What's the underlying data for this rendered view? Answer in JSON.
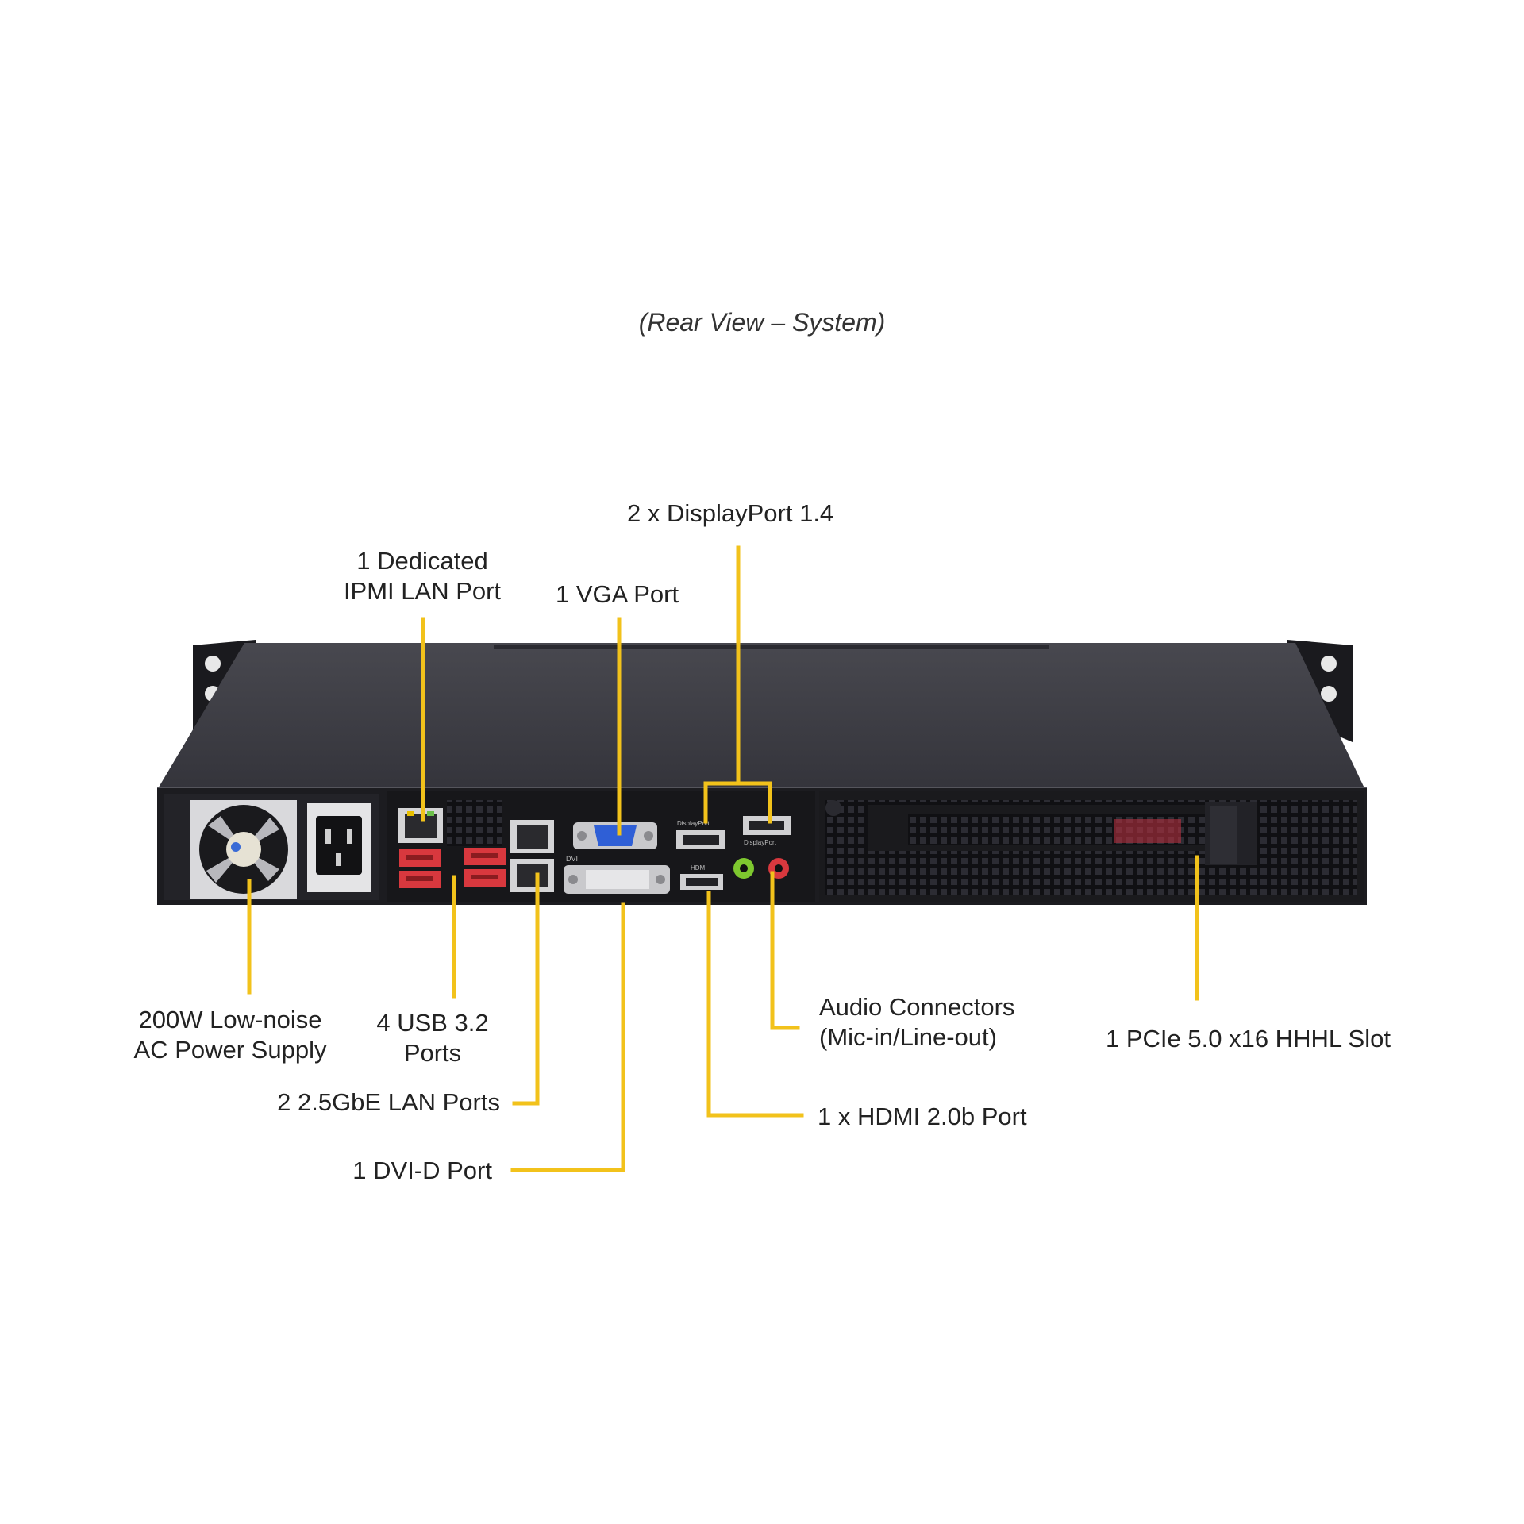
{
  "caption": "(Rear View – System)",
  "callouts": {
    "displayport": "2 x DisplayPort 1.4",
    "ipmi": [
      "1 Dedicated",
      "IPMI  LAN Port"
    ],
    "vga": "1 VGA Port",
    "psu": [
      "200W Low-noise",
      "AC Power Supply"
    ],
    "usb": [
      "4 USB 3.2",
      "Ports"
    ],
    "lan": "2 2.5GbE LAN Ports",
    "dvi": "1 DVI-D Port",
    "audio": [
      "Audio Connectors",
      "(Mic-in/Line-out)"
    ],
    "hdmi": "1 x HDMI 2.0b Port",
    "pcie": "1 PCIe 5.0 x16 HHHL Slot"
  },
  "port_markings": {
    "dvi": "DVI",
    "displayport_1": "DisplayPort",
    "displayport_2": "DisplayPort",
    "hdmi": "HDMI"
  },
  "colors": {
    "leader_line": "#F2C21B",
    "chassis_top": "#3a3a42",
    "chassis_face": "#1c1c20",
    "usb_red": "#d8383e",
    "audio_green": "#7ec82f",
    "audio_red": "#d8383e",
    "vga_blue": "#2f5fd6"
  },
  "icons": [
    "fan-icon",
    "power-inlet-icon",
    "usb-port-icon",
    "rj45-port-icon",
    "vga-port-icon",
    "dvi-port-icon",
    "displayport-icon",
    "hdmi-port-icon",
    "audio-jack-icon",
    "pcie-bracket-icon",
    "mounting-ear-icon"
  ]
}
